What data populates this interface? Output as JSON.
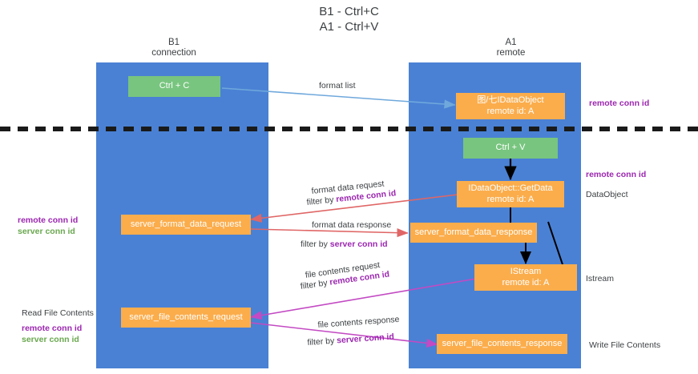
{
  "diagram": {
    "title": "B1 - Ctrl+C\nA1 - Ctrl+V",
    "type": "sequence-lane-diagram",
    "colors": {
      "lane": "#4a81d4",
      "green_node": "#78c57f",
      "orange_node": "#fbad4c",
      "purple_text": "#9c27b0",
      "green_text": "#6aa84f",
      "blue_arrow": "#6fa8dc",
      "red_arrow": "#e06666",
      "magenta_arrow": "#c34ac3",
      "black_arrow": "#000000",
      "body_text": "#3c4043",
      "background": "#ffffff"
    },
    "lanes": [
      {
        "id": "b1",
        "label": "B1\nconnection"
      },
      {
        "id": "a1",
        "label": "A1\nremote"
      }
    ],
    "nodes": [
      {
        "id": "ctrl-c",
        "label": "Ctrl + C",
        "color": "green"
      },
      {
        "id": "idataobject",
        "label": "图/七IDataObject\nremote id: A",
        "color": "orange"
      },
      {
        "id": "ctrl-v",
        "label": "Ctrl + V",
        "color": "green"
      },
      {
        "id": "idataobject-getdata",
        "label": "IDataObject::GetData\nremote id: A",
        "color": "orange"
      },
      {
        "id": "server-format-data-request",
        "label": "server_format_data_request",
        "color": "orange"
      },
      {
        "id": "server-format-data-response",
        "label": "server_format_data_response",
        "color": "orange"
      },
      {
        "id": "istream",
        "label": "IStream\nremote id: A",
        "color": "orange"
      },
      {
        "id": "server-file-contents-request",
        "label": "server_file_contents_request",
        "color": "orange"
      },
      {
        "id": "server-file-contents-response",
        "label": "server_file_contents_response",
        "color": "orange"
      }
    ],
    "edge_labels": {
      "format_list": "format list",
      "format_data_request": "format data request",
      "format_data_request_filter_prefix": "filter by ",
      "format_data_request_filter_key": "remote conn id",
      "format_data_response": "format data response",
      "format_data_response_filter_prefix": "filter by ",
      "format_data_response_filter_key": "server conn id",
      "file_contents_request": "file contents request",
      "file_contents_request_filter_prefix": "filter by ",
      "file_contents_request_filter_key": "remote conn id",
      "file_contents_response": "file contents response",
      "file_contents_response_filter_prefix": "filter by ",
      "file_contents_response_filter_key": "server conn id"
    },
    "annotations": {
      "right_remote_conn_id_top": "remote conn id",
      "right_remote_conn_id_mid": "remote conn id",
      "right_dataobject": "DataObject",
      "right_istream": "Istream",
      "right_write_file_contents": "Write File Contents",
      "left_remote_conn_id": "remote conn id",
      "left_server_conn_id": "server conn id",
      "left_read_file_contents": "Read File Contents",
      "left_remote_conn_id_2": "remote conn id",
      "left_server_conn_id_2": "server conn id"
    }
  }
}
